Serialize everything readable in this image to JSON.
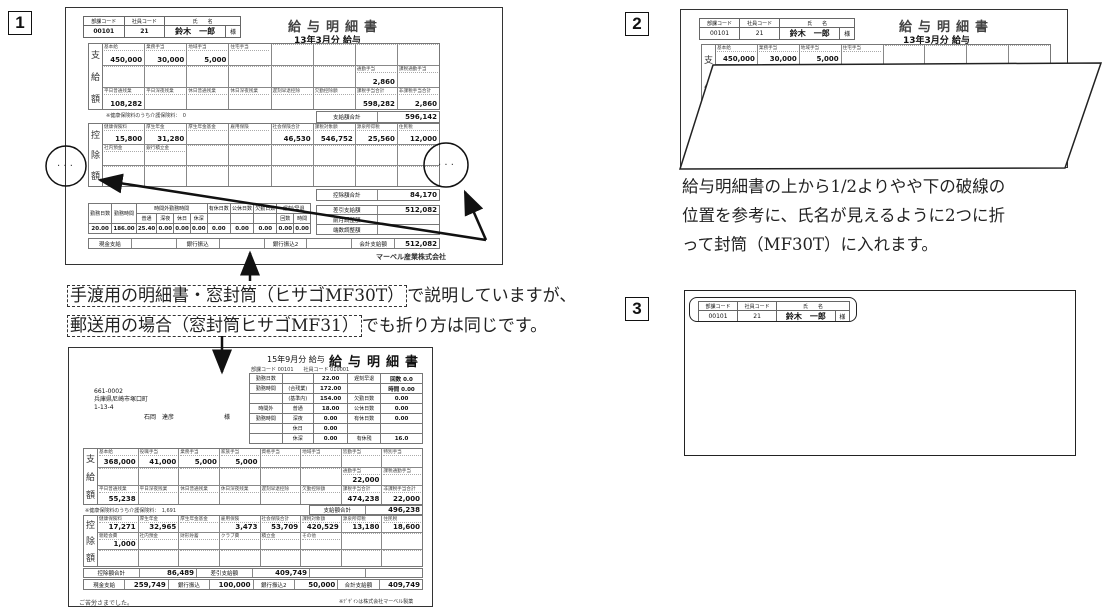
{
  "steps": [
    "1",
    "2",
    "3"
  ],
  "slip_a": {
    "header": {
      "dept_label": "部課コード",
      "emp_label": "社員コード",
      "name_label": "氏　　名",
      "dept": "00101",
      "emp": "21",
      "name": "鈴木　一郎",
      "honorific": "様"
    },
    "title": "給与明細書",
    "period": "13年3月分 給与",
    "pay_side": "支給額",
    "pay_rows": [
      [
        [
          "基本給",
          "450,000"
        ],
        [
          "業務手当",
          "30,000"
        ],
        [
          "地域手当",
          "5,000"
        ],
        [
          "住宅手当",
          ""
        ],
        [
          "",
          ""
        ],
        [
          "",
          ""
        ],
        [
          "",
          ""
        ],
        [
          "",
          ""
        ]
      ],
      [
        [
          "",
          ""
        ],
        [
          "",
          ""
        ],
        [
          "",
          ""
        ],
        [
          "",
          ""
        ],
        [
          "",
          ""
        ],
        [
          "",
          ""
        ],
        [
          "通勤手当",
          "2,860"
        ],
        [
          "課税通勤手当",
          ""
        ]
      ],
      [
        [
          "平日普通残業",
          "108,282"
        ],
        [
          "平日深夜残業",
          ""
        ],
        [
          "休日普通残業",
          ""
        ],
        [
          "休日深夜残業",
          ""
        ],
        [
          "遅刻早退控除",
          ""
        ],
        [
          "欠勤控除額",
          ""
        ],
        [
          "課税手当合計",
          "598,282"
        ],
        [
          "非課税手当合計",
          "2,860"
        ]
      ]
    ],
    "care_note": "※健康保険料のうち介護保険料：　0",
    "pay_total": [
      "支給額合計",
      "596,142"
    ],
    "ded_side": "控除額",
    "ded_rows": [
      [
        [
          "健康保険料",
          "15,800"
        ],
        [
          "厚生年金",
          "31,280"
        ],
        [
          "厚生年金基金",
          ""
        ],
        [
          "雇用保険",
          ""
        ],
        [
          "社会保険合計",
          "46,530"
        ],
        [
          "課税対象額",
          "546,752"
        ],
        [
          "源泉所得税",
          "25,560"
        ],
        [
          "住民税",
          "12,000"
        ]
      ],
      [
        [
          "社内預金",
          ""
        ],
        [
          "銀行積立金",
          ""
        ],
        [
          "",
          ""
        ],
        [
          "",
          ""
        ],
        [
          "",
          ""
        ],
        [
          "",
          ""
        ],
        [
          "",
          ""
        ],
        [
          "",
          ""
        ]
      ],
      [
        [
          "",
          ""
        ],
        [
          "",
          ""
        ],
        [
          "",
          ""
        ],
        [
          "",
          ""
        ],
        [
          "",
          ""
        ],
        [
          "",
          ""
        ],
        [
          "",
          ""
        ],
        [
          "",
          ""
        ]
      ]
    ],
    "ded_total": [
      "控除額合計",
      "84,170"
    ],
    "attendance": {
      "h1": [
        "勤務日数",
        "勤務時間",
        "時間外勤務時間",
        "有休日数",
        "公休日数",
        "欠勤日数",
        "遅刻/早退"
      ],
      "h2": [
        "普通",
        "深夜",
        "休日",
        "休深",
        "回数",
        "時間"
      ],
      "values": [
        "20.00",
        "186.00",
        "25.40",
        "0.00",
        "0.00",
        "0.00",
        "0.00",
        "0.00",
        "0.00",
        "0.00",
        "0.00"
      ]
    },
    "net": [
      [
        "差引支給額",
        "512,082"
      ],
      [
        "前月調整額",
        ""
      ],
      [
        "端数調整額",
        ""
      ]
    ],
    "pay_method": [
      "現金支給",
      "",
      "銀行振込",
      "",
      "銀行振込2",
      "",
      "会計支給額",
      "512,082"
    ],
    "company": "マーベル産業株式会社"
  },
  "text1": {
    "boxed1": "手渡用の明細書・窓封筒（ヒサゴMF30T）",
    "rest1": "で説明していますが、",
    "boxed2": "郵送用の場合（窓封筒ヒサゴMF31）",
    "rest2": "でも折り方は同じです。"
  },
  "slip_b": {
    "period": "15年9月分 給与",
    "title": "給与明細書",
    "codes": "部課コード 00101　　社員コード 010001",
    "address": [
      "661-0002",
      "兵庫県尼崎市塚口町",
      "1-13-4"
    ],
    "name": "石岡　達彦",
    "honorific": "様",
    "att": [
      [
        "勤務日数",
        "",
        "22.00",
        "遅刻早退",
        "回数 0.0"
      ],
      [
        "勤務時間",
        "(合残業)",
        "172.00",
        "",
        "時間 0.00"
      ],
      [
        "",
        "(基準内)",
        "154.00",
        "欠勤日数",
        "0.00"
      ],
      [
        "時間外",
        "普通",
        "18.00",
        "公休日数",
        "0.00"
      ],
      [
        "勤務時間",
        "深夜",
        "0.00",
        "有休日数",
        "0.00"
      ],
      [
        "",
        "休日",
        "0.00",
        "",
        ""
      ],
      [
        "",
        "休深",
        "0.00",
        "有休残",
        "16.0"
      ]
    ],
    "pay_side": "支給額",
    "pay_rows": [
      [
        [
          "基本給",
          "368,000"
        ],
        [
          "役職手当",
          "41,000"
        ],
        [
          "業務手当",
          "5,000"
        ],
        [
          "家族手当",
          "5,000"
        ],
        [
          "資格手当",
          ""
        ],
        [
          "地域手当",
          ""
        ],
        [
          "皆勤手当",
          ""
        ],
        [
          "特別手当",
          ""
        ]
      ],
      [
        [
          "",
          ""
        ],
        [
          "",
          ""
        ],
        [
          "",
          ""
        ],
        [
          "",
          ""
        ],
        [
          "",
          ""
        ],
        [
          "",
          ""
        ],
        [
          "通勤手当",
          "22,000"
        ],
        [
          "課税通勤手当",
          ""
        ]
      ],
      [
        [
          "平日普通残業",
          "55,238"
        ],
        [
          "平日深夜残業",
          ""
        ],
        [
          "休日普通残業",
          ""
        ],
        [
          "休日深夜残業",
          ""
        ],
        [
          "遅刻早退控除",
          ""
        ],
        [
          "欠勤控除額",
          ""
        ],
        [
          "課税手当合計",
          "474,238"
        ],
        [
          "非課税手当合計",
          "22,000"
        ]
      ]
    ],
    "care_note": "※健康保険料のうち介護保険料：　1,691",
    "pay_total": [
      "支給額合計",
      "496,238"
    ],
    "ded_side": "控除額",
    "ded_rows": [
      [
        [
          "健康保険料",
          "17,271"
        ],
        [
          "厚生年金",
          "32,965"
        ],
        [
          "厚生年金基金",
          ""
        ],
        [
          "雇用保険",
          "3,473"
        ],
        [
          "社会保険合計",
          "53,709"
        ],
        [
          "課税対象額",
          "420,529"
        ],
        [
          "源泉所得税",
          "13,180"
        ],
        [
          "住民税",
          "18,600"
        ]
      ],
      [
        [
          "親睦会費",
          "1,000"
        ],
        [
          "社内預金",
          ""
        ],
        [
          "財形貯蓄",
          ""
        ],
        [
          "クラブ費",
          ""
        ],
        [
          "積立金",
          ""
        ],
        [
          "その他",
          ""
        ],
        [
          "",
          ""
        ],
        [
          "",
          ""
        ]
      ],
      [
        [
          "",
          ""
        ],
        [
          "",
          ""
        ],
        [
          "",
          ""
        ],
        [
          "",
          ""
        ],
        [
          "",
          ""
        ],
        [
          "",
          ""
        ],
        [
          "",
          ""
        ],
        [
          "",
          ""
        ]
      ]
    ],
    "totals": [
      "控除額合計",
      "86,489",
      "差引支給額",
      "409,749",
      "",
      ""
    ],
    "pay_method": [
      "現金支給",
      "259,749",
      "銀行振込",
      "100,000",
      "銀行振込2",
      "50,000",
      "合計支給額",
      "409,749"
    ],
    "thanks": "ご苦労さまでした。",
    "footer": "※ﾃﾞｻﾞｲﾝは株式会社マーベル製薬"
  },
  "slip_c": {
    "row": [
      [
        "基本給",
        "450,000"
      ],
      [
        "業務手当",
        "30,000"
      ],
      [
        "地域手当",
        "5,000"
      ],
      [
        "住宅手当",
        ""
      ],
      [
        "",
        ""
      ],
      [
        "",
        ""
      ],
      [
        "",
        ""
      ],
      [
        "",
        ""
      ]
    ],
    "side": "支給"
  },
  "text2": [
    "給与明細書の上から1/2よりやや下の破線の",
    "位置を参考に、氏名が見えるように2つに折",
    "って封筒（MF30T）に入れます。"
  ]
}
